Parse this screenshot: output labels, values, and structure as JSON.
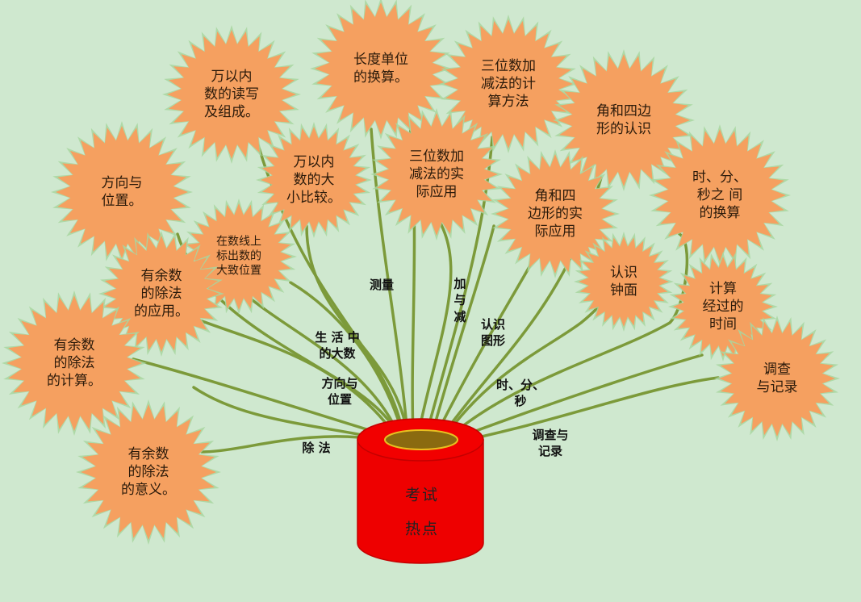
{
  "colors": {
    "background": "#cfe8cf",
    "burst_fill": "#f5a060",
    "burst_glow": "#a8d6a0",
    "stem": "#7c9a3a",
    "pot": "#ee0000"
  },
  "pot": {
    "line1": "考试",
    "line2": "热点"
  },
  "bursts": [
    {
      "id": "wanyinei-duxie",
      "text": "万以内\n数的读写\n及组成。",
      "font": 17
    },
    {
      "id": "changdu-danwei",
      "text": "长度单位\n的换算。",
      "font": 17
    },
    {
      "id": "sanwei-jisuan",
      "text": "三位数加\n减法的计\n算方法",
      "font": 17
    },
    {
      "id": "jiao-renshi",
      "text": "角和四边\n形的认识",
      "font": 17
    },
    {
      "id": "fangxiang-weizhi",
      "text": "方向与\n位置。",
      "font": 17
    },
    {
      "id": "wanyinei-bijiao",
      "text": "万以内\n数的大\n小比较。",
      "font": 17
    },
    {
      "id": "sanwei-yingyong",
      "text": "三位数加\n减法的实\n际应用",
      "font": 17
    },
    {
      "id": "jiao-yingyong",
      "text": "角和四\n边形的实\n际应用",
      "font": 17
    },
    {
      "id": "shifenmiao-huansuan",
      "text": "时、分、\n秒之 间\n的换算",
      "font": 17
    },
    {
      "id": "shuxian",
      "text": "在数线上\n标出数的\n大致位置",
      "font": 14
    },
    {
      "id": "yushu-yingyong",
      "text": "有余数\n的除法\n的应用。",
      "font": 17
    },
    {
      "id": "renshi-zhongmian",
      "text": "认识\n钟面",
      "font": 17
    },
    {
      "id": "jisuan-shijian",
      "text": "计算\n经过的\n时间",
      "font": 17
    },
    {
      "id": "yushu-jisuan",
      "text": "有余数\n的除法\n的计算。",
      "font": 17
    },
    {
      "id": "diaocha-jilu",
      "text": "调查\n与记录",
      "font": 17
    },
    {
      "id": "yushu-yiyi",
      "text": "有余数\n的除法\n的意义。",
      "font": 17
    }
  ],
  "branches": [
    {
      "id": "celiang",
      "text": "测量"
    },
    {
      "id": "jiajian",
      "text": "加\n与\n减"
    },
    {
      "id": "shenghuo",
      "text": "生 活 中\n的大数"
    },
    {
      "id": "renshi-tuxing",
      "text": "认识\n图形"
    },
    {
      "id": "fangxiang",
      "text": "方向与\n位置"
    },
    {
      "id": "shifenmiao",
      "text": "时、分、\n  秒"
    },
    {
      "id": "chufa",
      "text": "除 法"
    },
    {
      "id": "diaocha",
      "text": "调查与\n记录"
    }
  ]
}
